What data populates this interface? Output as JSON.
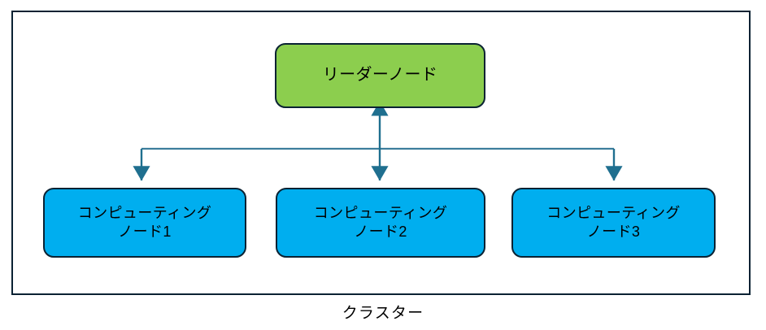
{
  "diagram": {
    "caption": "クラスター",
    "frame": {
      "name": "cluster-boundary"
    },
    "leader": {
      "label": "リーダーノード",
      "fill": "#8cce4e",
      "border": "#0a2233"
    },
    "compute_nodes": [
      {
        "label": "コンピューティング\nノード1",
        "fill": "#00aeef",
        "border": "#0a2233"
      },
      {
        "label": "コンピューティング\nノード2",
        "fill": "#00aeef",
        "border": "#0a2233"
      },
      {
        "label": "コンピューティング\nノード3",
        "fill": "#00aeef",
        "border": "#0a2233"
      }
    ],
    "connectors": {
      "color": "#1f6f8f",
      "items": [
        {
          "name": "leader-to-node2-bidirectional",
          "style": "double-arrow"
        },
        {
          "name": "bus-to-node1-arrow",
          "style": "single-arrow-down"
        },
        {
          "name": "bus-to-node3-arrow",
          "style": "single-arrow-down"
        },
        {
          "name": "horizontal-bus",
          "style": "line"
        }
      ]
    }
  }
}
